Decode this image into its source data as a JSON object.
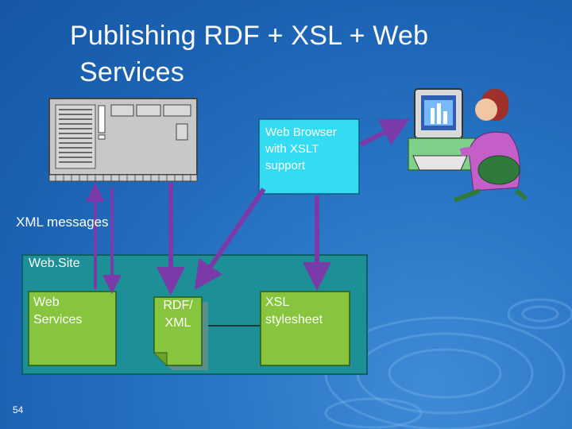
{
  "slide": {
    "title_line1": "Publishing RDF + XSL + Web",
    "title_line2": "Services",
    "page_number": "54"
  },
  "labels": {
    "xml_messages": "XML messages",
    "web_site": "Web.Site",
    "browser_line1": "Web Browser",
    "browser_line2": "with XSLT",
    "browser_line3": "support",
    "web_services_line1": "Web",
    "web_services_line2": "Services",
    "rdf_line1": "RDF/",
    "rdf_line2": "XML",
    "xsl_line1": "XSL",
    "xsl_line2": "stylesheet"
  },
  "colors": {
    "background": "#1c63b4",
    "site_box": "#1d8f97",
    "browser_box": "#33dcf2",
    "content_box": "#86c53d",
    "arrow": "#7a3aa8",
    "server": "#c8c8c8"
  },
  "icons": {
    "server": "server-rack-icon",
    "user": "woman-at-computer-icon"
  }
}
